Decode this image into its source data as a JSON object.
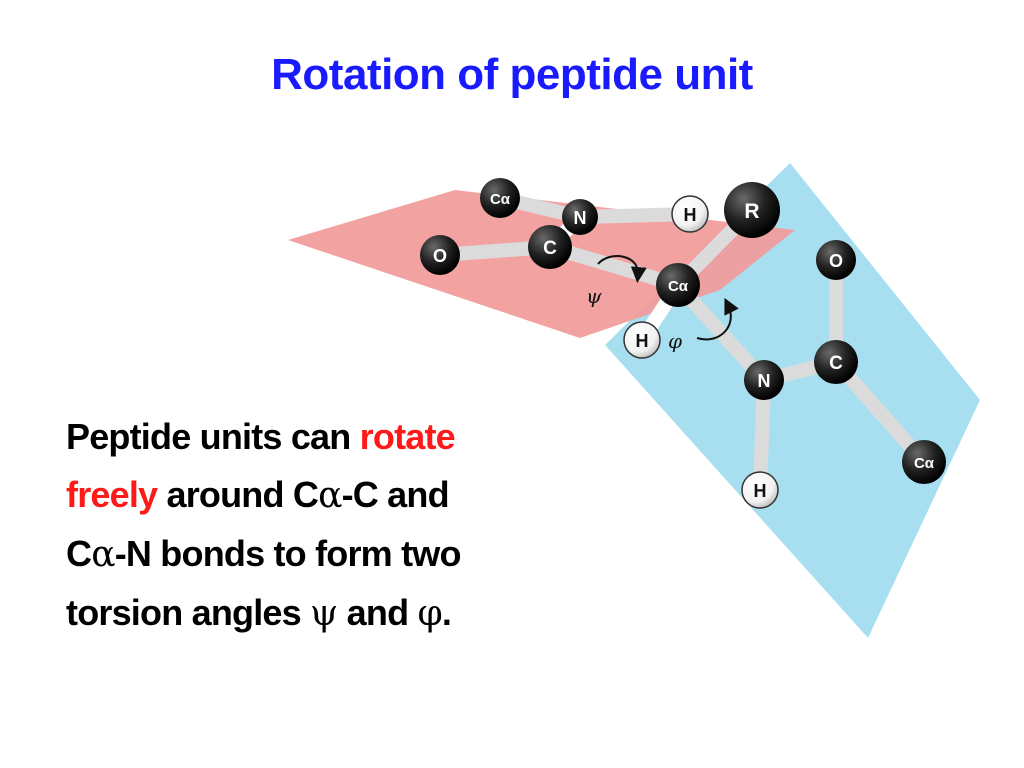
{
  "title": "Rotation of peptide unit",
  "text": {
    "part1": "Peptide units can ",
    "red1": "rotate",
    "red2": "freely",
    "part2": " around C",
    "alpha": "α",
    "part3": "-C and",
    "part4": "C",
    "part5": "-N bonds to form two",
    "part6": "torsion angles ",
    "psi": "ψ",
    "part7": " and ",
    "phi": "φ",
    "part8": "."
  },
  "atoms": {
    "ca_top": "Cα",
    "n_top": "N",
    "h_top": "H",
    "r": "R",
    "o_left": "O",
    "c_mid": "C",
    "ca_center": "Cα",
    "h_center": "H",
    "o_right": "O",
    "c_right": "C",
    "n_right": "N",
    "h_bottom": "H",
    "ca_right": "Cα"
  },
  "angle_labels": {
    "psi": "ψ",
    "phi": "φ"
  },
  "colors": {
    "title": "#1a1aff",
    "highlight": "#ff1a1a",
    "plane_pink": "#f29a9a",
    "plane_blue": "#a8dff0",
    "atom_dark": "#1e1e1e",
    "atom_light": "#ffffff"
  }
}
